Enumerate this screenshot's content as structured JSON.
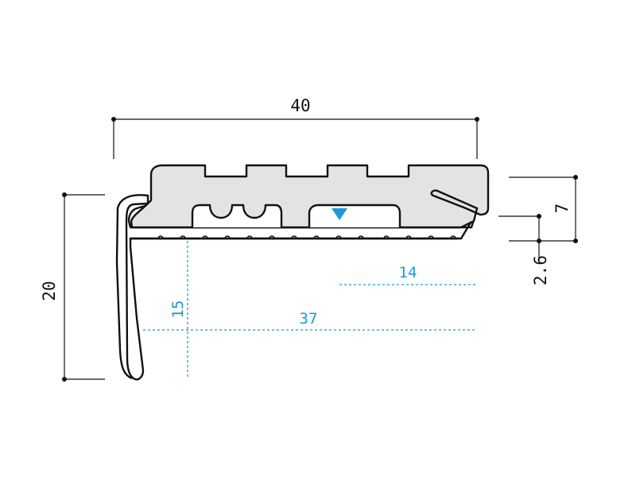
{
  "dimensions": {
    "overall_width": "40",
    "overall_height": "20",
    "insert_height": "7",
    "lip_height": "2.6",
    "inner_depth": "15",
    "inner_width": "37",
    "top_width": "14"
  },
  "colors": {
    "outline": "#111111",
    "insert_fill": "#e3e3e3",
    "annotation_blue": "#1a9ad6",
    "background": "#ffffff"
  },
  "markers": {
    "level_icon": "triangle-down-icon"
  }
}
